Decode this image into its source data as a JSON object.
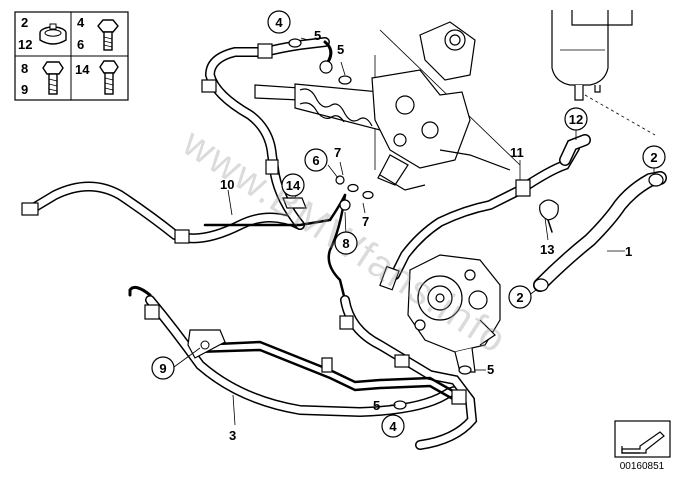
{
  "legend": {
    "cells": [
      {
        "numbers": [
          "2",
          "12"
        ],
        "icon": "hose-clamp-icon"
      },
      {
        "numbers": [
          "4",
          "6"
        ],
        "icon": "hollow-bolt-icon"
      },
      {
        "numbers": [
          "8",
          "9"
        ],
        "icon": "hex-bolt-icon"
      },
      {
        "numbers": [
          "14"
        ],
        "icon": "bolt-icon"
      }
    ]
  },
  "callouts": {
    "c1": "1",
    "c2a": "2",
    "c2b": "2",
    "c3": "3",
    "c4a": "4",
    "c4b": "4",
    "c5a": "5",
    "c5b": "5",
    "c5c": "5",
    "c5d": "5",
    "c6": "6",
    "c7a": "7",
    "c7b": "7",
    "c8": "8",
    "c9": "9",
    "c10": "10",
    "c11": "11",
    "c12": "12",
    "c13": "13",
    "c14": "14"
  },
  "watermark": "www.BMWfans.info",
  "diagram_id": "00160851",
  "colors": {
    "line": "#000000",
    "fill": "#ffffff",
    "watermark": "#9a9a9a"
  }
}
